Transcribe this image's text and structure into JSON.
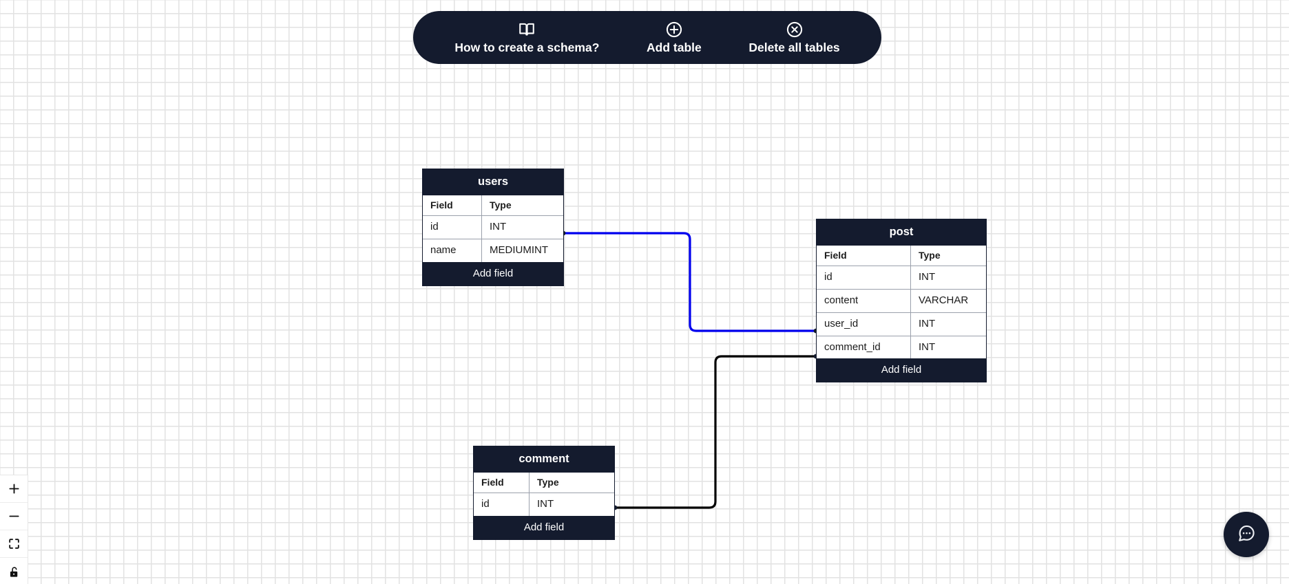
{
  "toolbar": {
    "items": [
      {
        "icon": "book-open-icon",
        "label": "How to create a schema?"
      },
      {
        "icon": "plus-circle-icon",
        "label": "Add table"
      },
      {
        "icon": "x-circle-icon",
        "label": "Delete all tables"
      }
    ]
  },
  "colors": {
    "panel_dark": "#141b2e",
    "canvas_background": "#ffffff",
    "grid_line": "#e2e2e2",
    "relation_blue": "#0000ee",
    "relation_black": "#000000",
    "table_border": "#141b2e",
    "row_divider": "#9aa0ab"
  },
  "columns": {
    "field": "Field",
    "type": "Type"
  },
  "add_field_label": "Add field",
  "tables": [
    {
      "name": "users",
      "columns": [
        "Field",
        "Type"
      ],
      "fields": [
        {
          "field": "id",
          "type": "INT"
        },
        {
          "field": "name",
          "type": "MEDIUMINT"
        }
      ],
      "add_field": "Add field"
    },
    {
      "name": "post",
      "columns": [
        "Field",
        "Type"
      ],
      "fields": [
        {
          "field": "id",
          "type": "INT"
        },
        {
          "field": "content",
          "type": "VARCHAR"
        },
        {
          "field": "user_id",
          "type": "INT"
        },
        {
          "field": "comment_id",
          "type": "INT"
        }
      ],
      "add_field": "Add field"
    },
    {
      "name": "comment",
      "columns": [
        "Field",
        "Type"
      ],
      "fields": [
        {
          "field": "id",
          "type": "INT"
        }
      ],
      "add_field": "Add field"
    }
  ],
  "relations": [
    {
      "id": "users-id-to-post-user-id",
      "from_table": "users",
      "from_field": "id",
      "to_table": "post",
      "to_field": "user_id",
      "color": "#0000ee"
    },
    {
      "id": "comment-id-to-post-comment-id",
      "from_table": "comment",
      "from_field": "id",
      "to_table": "post",
      "to_field": "comment_id",
      "color": "#000000"
    }
  ],
  "zoom_controls": [
    {
      "icon": "plus-icon",
      "name": "zoom-in"
    },
    {
      "icon": "minus-icon",
      "name": "zoom-out"
    },
    {
      "icon": "fit-to-screen-icon",
      "name": "fit-to-screen"
    },
    {
      "icon": "unlock-icon",
      "name": "lock-canvas"
    }
  ],
  "chat": {
    "icon": "chat-bubble-dots-icon"
  }
}
